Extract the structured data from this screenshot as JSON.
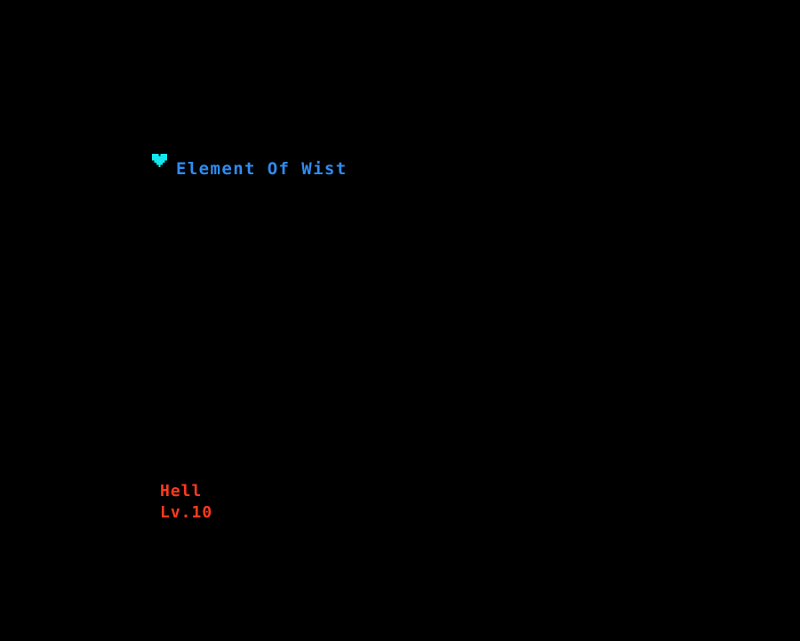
{
  "menu": {
    "selected_option": "Element Of Wist",
    "cursor_icon": "heart-soul-icon",
    "option_color": "#2f8cf0"
  },
  "save_file": {
    "name": "Hell",
    "level": "Lv.10",
    "text_color": "#ff3a1e"
  },
  "colors": {
    "background": "#000000",
    "soul": "#12e8ee"
  }
}
